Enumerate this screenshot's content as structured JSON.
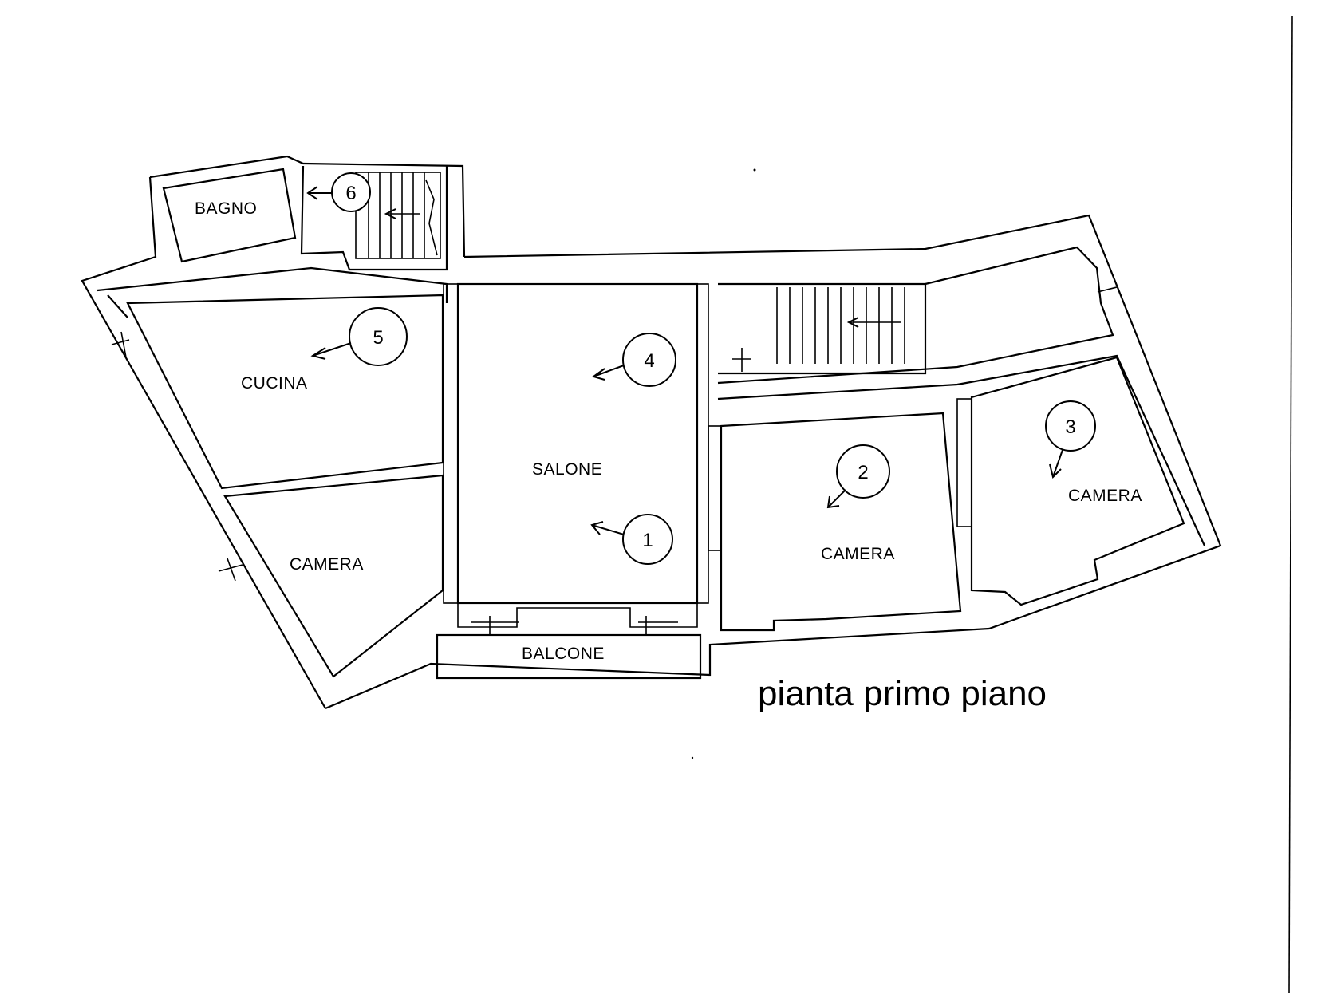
{
  "title": "pianta primo piano",
  "rooms": [
    {
      "id": "bagno",
      "label": "BAGNO"
    },
    {
      "id": "cucina",
      "label": "CUCINA"
    },
    {
      "id": "salone",
      "label": "SALONE"
    },
    {
      "id": "camera-left",
      "label": "CAMERA"
    },
    {
      "id": "camera-center",
      "label": "CAMERA"
    },
    {
      "id": "camera-right",
      "label": "CAMERA"
    },
    {
      "id": "balcone",
      "label": "BALCONE"
    }
  ],
  "viewpoints": [
    {
      "id": "1",
      "label": "1"
    },
    {
      "id": "2",
      "label": "2"
    },
    {
      "id": "3",
      "label": "3"
    },
    {
      "id": "4",
      "label": "4"
    },
    {
      "id": "5",
      "label": "5"
    },
    {
      "id": "6",
      "label": "6"
    }
  ]
}
